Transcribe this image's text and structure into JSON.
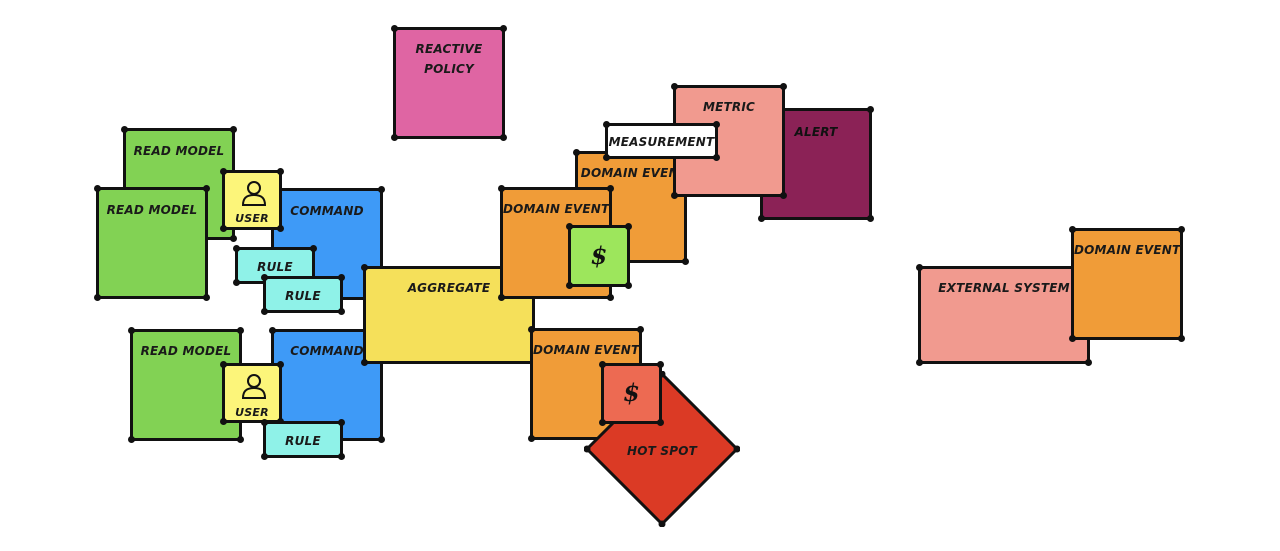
{
  "notes": {
    "reactive_policy": "REACTIVE POLICY",
    "read_model_1": "READ MODEL",
    "read_model_2": "READ MODEL",
    "read_model_3": "READ MODEL",
    "user_1": "USER",
    "user_2": "USER",
    "command_1": "COMMAND",
    "command_2": "COMMAND",
    "rule_1": "RULE",
    "rule_2": "RULE",
    "rule_3": "RULE",
    "aggregate": "AGGREGATE",
    "domain_event_1": "DOMAIN EVENT",
    "domain_event_2": "DOMAIN EVENT",
    "domain_event_3": "DOMAIN EVENT",
    "domain_event_4": "DOMAIN EVENT",
    "measurement": "MEASUREMENT",
    "metric": "METRIC",
    "alert": "ALERT",
    "external_system": "EXTERNAL SYSTEM",
    "hot_spot": "HOT SPOT",
    "dollar_1": "$",
    "dollar_2": "$"
  },
  "colors": {
    "read_model": "#82d254",
    "command": "#3e9af7",
    "aggregate": "#f5e05a",
    "user": "#fcf57a",
    "rule": "#8ff2e8",
    "domain_event": "#f09c38",
    "reactive_policy": "#df65a3",
    "external_system": "#f19a8f",
    "metric": "#f19a8f",
    "alert": "#8b2256",
    "measurement": "#ffffff",
    "opportunity": "#9de65c",
    "risk": "#ed6a52",
    "hot_spot": "#db3a25"
  },
  "icons": {
    "user": "user-icon",
    "opportunity": "dollar-icon",
    "risk": "dollar-icon"
  }
}
